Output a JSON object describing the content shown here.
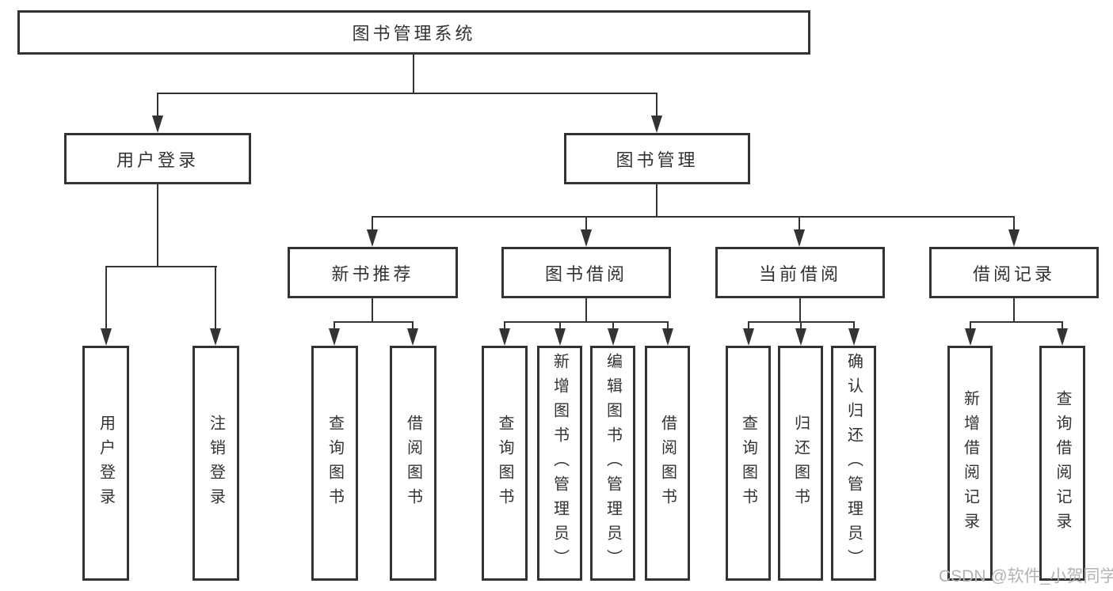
{
  "diagram": {
    "root": {
      "label": "图书管理系统"
    },
    "level2": {
      "user_login": {
        "label": "用户登录",
        "children": [
          {
            "label": "用户登录"
          },
          {
            "label": "注销登录"
          }
        ]
      },
      "book_mgmt": {
        "label": "图书管理",
        "modules": [
          {
            "label": "新书推荐",
            "children": [
              {
                "label": "查询图书"
              },
              {
                "label": "借阅图书"
              }
            ]
          },
          {
            "label": "图书借阅",
            "children": [
              {
                "label": "查询图书"
              },
              {
                "label": "新增图书（管理员）"
              },
              {
                "label": "编辑图书（管理员）"
              },
              {
                "label": "借阅图书"
              }
            ]
          },
          {
            "label": "当前借阅",
            "children": [
              {
                "label": "查询图书"
              },
              {
                "label": "归还图书"
              },
              {
                "label": "确认归还（管理员）"
              }
            ]
          },
          {
            "label": "借阅记录",
            "children": [
              {
                "label": "新增借阅记录"
              },
              {
                "label": "查询借阅记录"
              }
            ]
          }
        ]
      }
    }
  },
  "watermark": {
    "text": "CSDN @软件_小贺同学"
  },
  "colors": {
    "line": "#333333",
    "text": "#333333",
    "watermark": "#b3b3b3",
    "background": "#ffffff"
  }
}
